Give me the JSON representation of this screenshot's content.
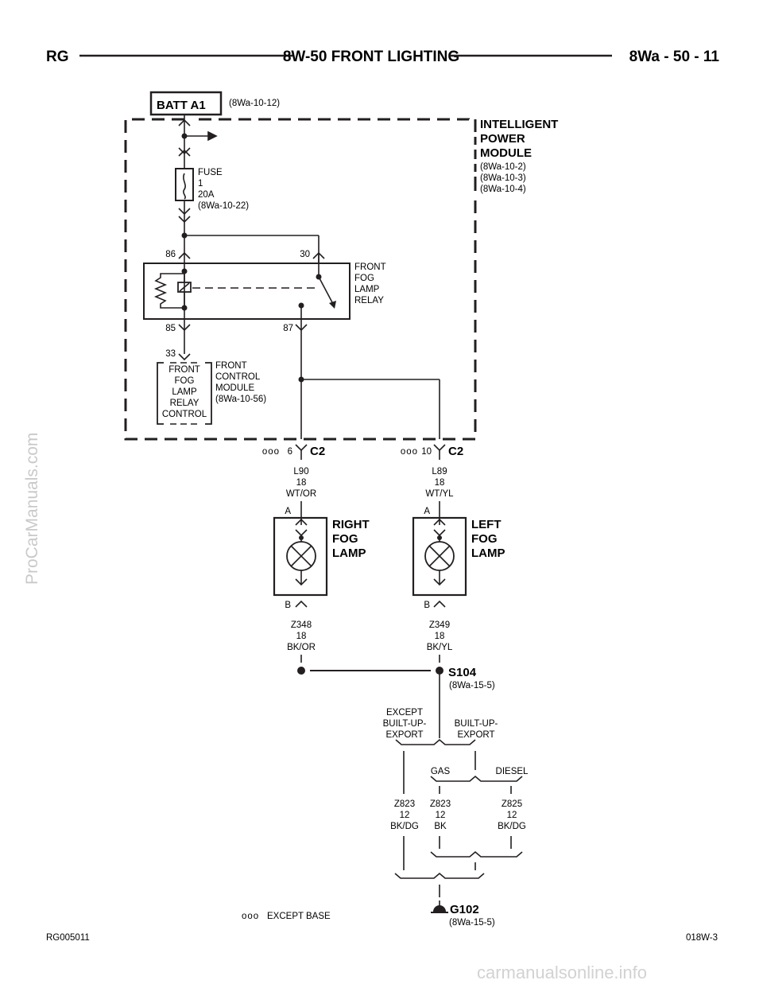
{
  "header": {
    "left": "RG",
    "title": "8W-50 FRONT LIGHTING",
    "right": "8Wa - 50 - 11"
  },
  "batt": {
    "label": "BATT A1",
    "ref": "(8Wa-10-12)"
  },
  "ipm": {
    "line1": "INTELLIGENT",
    "line2": "POWER",
    "line3": "MODULE",
    "ref1": "(8Wa-10-2)",
    "ref2": "(8Wa-10-3)",
    "ref3": "(8Wa-10-4)"
  },
  "fuse": {
    "line1": "FUSE",
    "line2": "1",
    "line3": "20A",
    "line4": "(8Wa-10-22)"
  },
  "relay": {
    "pin86": "86",
    "pin30": "30",
    "pin85": "85",
    "pin87": "87",
    "line1": "FRONT",
    "line2": "FOG",
    "line3": "LAMP",
    "line4": "RELAY"
  },
  "fcm": {
    "pin": "33",
    "box1": "FRONT",
    "box2": "FOG",
    "box3": "LAMP",
    "box4": "RELAY",
    "box5": "CONTROL",
    "line1": "FRONT",
    "line2": "CONTROL",
    "line3": "MODULE",
    "line4": "(8Wa-10-56)"
  },
  "connectors": {
    "left": {
      "circles": "ooo",
      "pin": "6",
      "name": "C2"
    },
    "right": {
      "circles": "ooo",
      "pin": "10",
      "name": "C2"
    }
  },
  "wires": {
    "l90": {
      "c": "L90",
      "g": "18",
      "col": "WT/OR"
    },
    "l89": {
      "c": "L89",
      "g": "18",
      "col": "WT/YL"
    },
    "z348": {
      "c": "Z348",
      "g": "18",
      "col": "BK/OR"
    },
    "z349": {
      "c": "Z349",
      "g": "18",
      "col": "BK/YL"
    },
    "z823a": {
      "c": "Z823",
      "g": "12",
      "col": "BK/DG"
    },
    "z823b": {
      "c": "Z823",
      "g": "12",
      "col": "BK"
    },
    "z825": {
      "c": "Z825",
      "g": "12",
      "col": "BK/DG"
    }
  },
  "lamps": {
    "right": {
      "pinA": "A",
      "pinB": "B",
      "l1": "RIGHT",
      "l2": "FOG",
      "l3": "LAMP"
    },
    "left": {
      "pinA": "A",
      "pinB": "B",
      "l1": "LEFT",
      "l2": "FOG",
      "l3": "LAMP"
    }
  },
  "splice": {
    "name": "S104",
    "ref": "(8Wa-15-5)"
  },
  "options": {
    "except1": "EXCEPT",
    "except2": "BUILT-UP-",
    "except3": "EXPORT",
    "built1": "BUILT-UP-",
    "built2": "EXPORT",
    "gas": "GAS",
    "diesel": "DIESEL"
  },
  "ground": {
    "name": "G102",
    "ref": "(8Wa-15-5)"
  },
  "legend": {
    "circles": "ooo",
    "text": "EXCEPT BASE"
  },
  "footer": {
    "left": "RG005011",
    "right": "018W-3"
  },
  "watermarks": {
    "side": "ProCarManuals.com",
    "bottom": "carmanualsonline.info"
  }
}
